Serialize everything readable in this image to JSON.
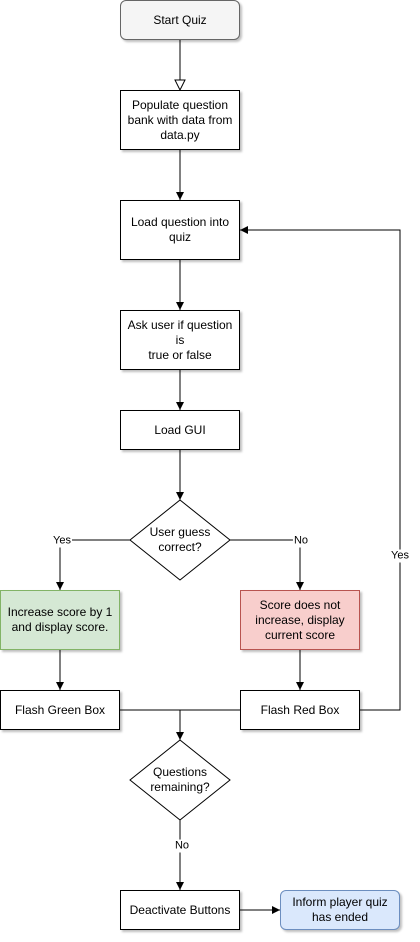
{
  "nodes": {
    "start": {
      "label": "Start Quiz"
    },
    "populate": {
      "label": "Populate question\nbank with data from\ndata.py"
    },
    "load_question": {
      "label": "Load question into\nquiz"
    },
    "ask_user": {
      "label": "Ask user if question is\ntrue or false"
    },
    "load_gui": {
      "label": "Load GUI"
    },
    "guess_correct": {
      "label": "User guess\ncorrect?"
    },
    "increase_score": {
      "label": "Increase score by 1\nand display score."
    },
    "no_increase": {
      "label": "Score does not\nincrease, display\ncurrent score"
    },
    "flash_green": {
      "label": "Flash Green Box"
    },
    "flash_red": {
      "label": "Flash Red Box"
    },
    "questions_remaining": {
      "label": "Questions\nremaining?"
    },
    "deactivate": {
      "label": "Deactivate Buttons"
    },
    "inform_end": {
      "label": "Inform player quiz\nhas ended"
    }
  },
  "edges": {
    "yes_left": "Yes",
    "no_right": "No",
    "yes_loop": "Yes",
    "no_down": "No"
  },
  "colors": {
    "start_fill": "#f5f5f5",
    "start_border": "#666666",
    "green_fill": "#d5e8d4",
    "green_border": "#82b366",
    "red_fill": "#f8cecc",
    "red_border": "#b85450",
    "blue_fill": "#dae8fc",
    "blue_border": "#6c8ebf"
  }
}
